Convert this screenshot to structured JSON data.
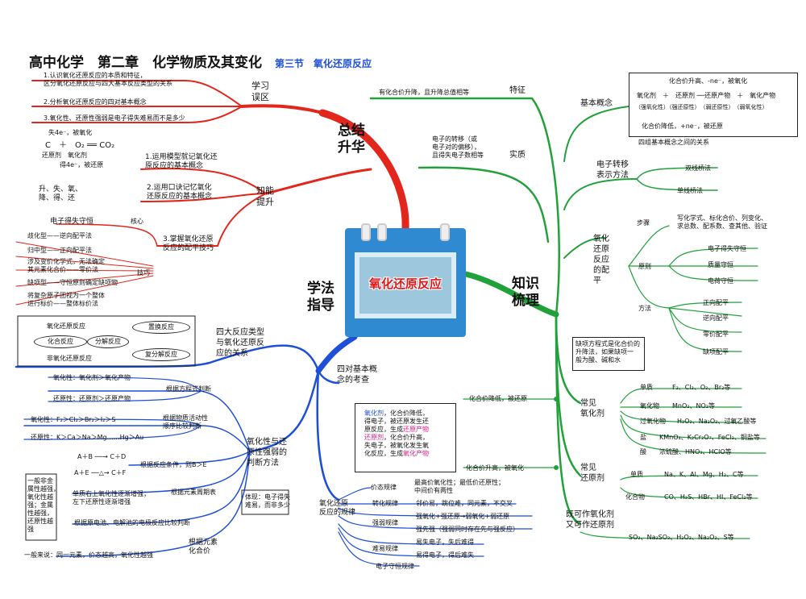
{
  "title": {
    "main": "高中化学　第二章　化学物质及其变化",
    "section": "第三节　氧化还原反应"
  },
  "center": "氧化还原反应",
  "branches": {
    "summary": "总结\n升华",
    "knowledge": "知识\n梳理",
    "method": "学法\n指导"
  },
  "summary": {
    "study_goals": "学习\n误区",
    "goals": [
      "1.认识氧化还原反应的本质和特征，\n区分氧化还原反应与四大基本反应类型的关系",
      "2.分析氧化还原反应的四对基本概念",
      "3.氧化性、还原性强弱是电子得失难易而不是多少"
    ],
    "knowledge_up": "知能\n提升",
    "skills": [
      "1.运用模型就记氧化还\n原反应的基本概念",
      "2.运用口诀记忆氧化\n还原反应的基本概念",
      "3.掌握氧化还原\n反应的配平技巧"
    ],
    "diagram_top": "失4e⁻，被氧化",
    "diagram_eq": "C　＋　O₂ ══ CO₂",
    "diagram_labels": "还原剂　氧化剂",
    "diagram_bottom": "得4e⁻，被还原",
    "cloud": "升、失、氧、\n降、得、还",
    "core": "电子得失守恒",
    "core_label": "核心",
    "tech_label": "技巧",
    "techniques": [
      "歧化型——逆向配平法",
      "归中型——正向配平法",
      "涉及变价化学式，无法确定\n其元素化合价——零价法",
      "缺项型——守恒原则确定缺项物",
      "将复杂原子团视为一个整体\n进行标价——整体标价法"
    ]
  },
  "knowledge": {
    "feature_label": "特征",
    "feature": "有化合价升降，且升降总值相等",
    "essence_label": "实质",
    "essence": "电子的转移（或\n电子对的偏移），\n且得失电子数相等",
    "basic_label": "基本概念",
    "concept_top": "化合价升高、-ne⁻，被氧化",
    "concept_row": "氧化剂　＋　还原剂 ──还原产物　＋　氧化产物",
    "concept_row2": "（强氧化性）（强还原性）　（弱还原性）　（弱氧化性）",
    "concept_bottom": "化合价降低，+ne⁻，被还原",
    "four_pairs": "四组基本概念之间的关系",
    "transfer_label": "电子转移\n表示方法",
    "double": "双线桥法",
    "single": "单线桥法",
    "balance_label": "氧化\n还原\n反应\n的配\n平",
    "steps_label": "步骤",
    "steps": "写化学式、标化合价、列变化、\n求总数、配系数、查其他、验证",
    "principle_label": "原则",
    "principles": [
      "电子得失守恒",
      "质量守恒",
      "电荷守恒"
    ],
    "method_label": "方法",
    "methods": [
      "正向配平",
      "逆向配平",
      "零价配平",
      "缺项配平"
    ],
    "lack_note": "缺项方程式是化合价的\n升降法，如果缺项一\n般为酸、碱和水",
    "oxidants_label": "常见\n氧化剂",
    "oxidants_note": "化合价降低，被还原",
    "oxidants": [
      {
        "k": "单质",
        "v": "F₂、Cl₂、O₂、Br₂等"
      },
      {
        "k": "氧化物",
        "v": "MnO₂、NO₂等"
      },
      {
        "k": "过氧化物",
        "v": "H₂O₂、Na₂O₂、过氧乙酸等"
      },
      {
        "k": "盐",
        "v": "KMnO₄、K₂Cr₂O₇、FeCl₃、铜盐等"
      },
      {
        "k": "酸",
        "v": "浓硫酸、HNO₃、HClO等"
      }
    ],
    "reductants_label": "常见\n还原剂",
    "reductants_note": "化合价升高，被氧化",
    "reductants": [
      {
        "k": "单质",
        "v": "Na、K、Al、Mg、H₂、C等"
      },
      {
        "k": "化合物",
        "v": "CO、H₂S、HBr、HI、FeCl₂等"
      }
    ],
    "both_label": "既可作氧化剂\n又可作还原剂",
    "both": "SO₂、Na₂SO₃、H₂O₂、Na₂O₂、S等"
  },
  "method": {
    "four_types_label": "四大反应类型\n与氧化还原反\n应的关系",
    "redox": "氧化还原反应",
    "non_redox": "非氧化还原反应",
    "combination": "化合反应",
    "decomposition": "分解反应",
    "displacement": "置换反应",
    "double_decomp": "复分解反应",
    "four_pairs_label": "四对基本概\n念的考查",
    "pairs_text": [
      {
        "a": "氧化剂",
        "b": "，化合价降低，"
      },
      {
        "a": "",
        "b": "得电子，被还原发生还"
      },
      {
        "a": "",
        "b": "原反应，生成"
      },
      {
        "a": "还原产物",
        "b": ""
      },
      {
        "a": "还原剂",
        "b": "，化合价升高，"
      },
      {
        "a": "",
        "b": "失电子，被氧化发生氧"
      },
      {
        "a": "",
        "b": "化反应，生成"
      },
      {
        "a": "氧化产物",
        "b": ""
      }
    ],
    "strength_label": "氧化性与还\n原性强弱的\n判断方法",
    "by_equation": "根据方程式判断",
    "ox_eq": "氧化性：氧化剂＞氧化产物",
    "red_eq": "还原性：还原剂＞还原产物",
    "by_activity": "根据物质活动性\n顺序比较判断",
    "ox_act": "氧化性：F₂＞Cl₂＞Br₂＞I₂＞S",
    "red_act": "还原性：K＞Ca＞Na＞Mg……Hg＞Au",
    "by_condition": "根据反应条件，则B＞E",
    "cond1": "A＋B ──→ C＋D",
    "cond2": "A＋E ──△→ C＋F",
    "by_table": "根据元素周期表",
    "table_note": "单质右上氧化性逐渐增强；\n左下还原性逐渐增强",
    "metal_note": "一般非金\n属性越强，\n氧化性越\n强；金属\n性越强，\n还原性越\n强",
    "by_battery": "根据原电池、电解池的电极反应比较判断",
    "by_valence": "根据元素\n化合价",
    "valence_note": "一般来说：同一元素，价态越高，氧化性越强",
    "ease_note": "体现：电子得失\n难易，而非多少",
    "rules_label": "氧化还原\n反应的规律",
    "rules": [
      {
        "k": "价态规律",
        "v": "最高价氧化性；最低价还原性；\n中间价有两性"
      },
      {
        "k": "转化规律",
        "v": "邻价易，跳位难，同元素，不交叉"
      },
      {
        "k": "强弱规律",
        "v": "强氧化+强还原→弱氧化+弱还原"
      },
      {
        "k": "强弱规律",
        "v": "强先强（强弱同时存在先与强反应）"
      },
      {
        "k": "难易规律",
        "v": "易失电子，失后难得"
      },
      {
        "k": "",
        "v": "易得电子，得后难失"
      },
      {
        "k": "电子守恒规律",
        "v": ""
      }
    ]
  }
}
